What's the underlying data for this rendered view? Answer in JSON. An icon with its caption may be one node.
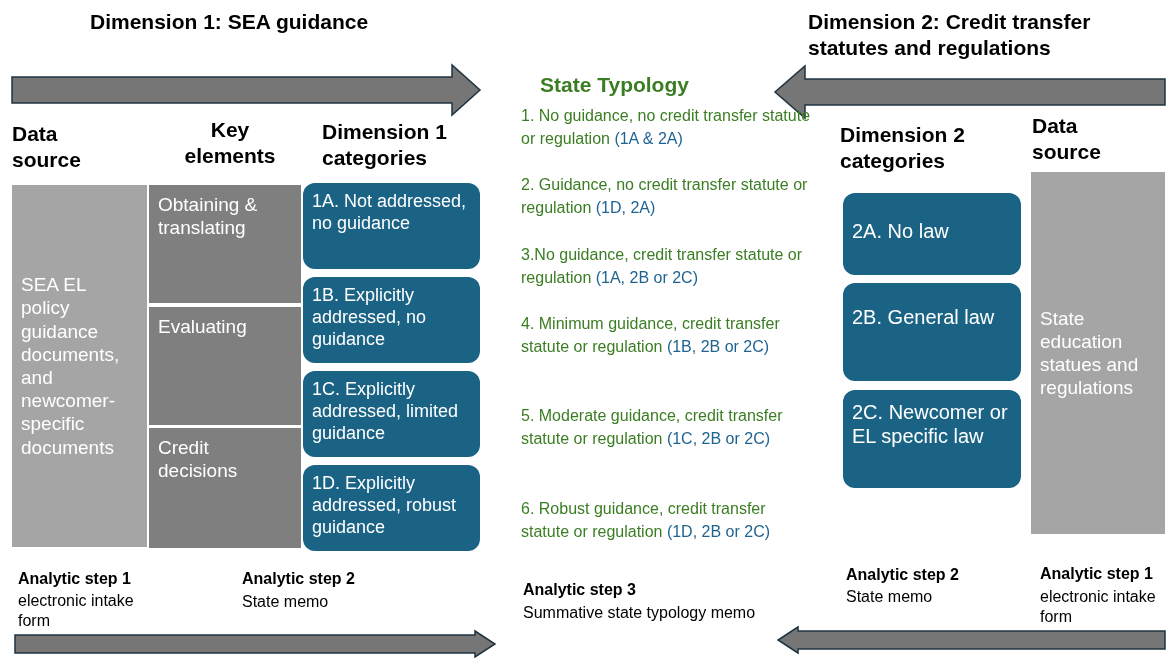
{
  "diagram": {
    "nodes": [
      {
        "text": [
          "SEA EL policy guidance documents, and newcomer-specific documents"
        ]
      },
      {
        "text": [
          "Obtaining & translating"
        ]
      },
      {
        "text": [
          "Evaluating"
        ]
      },
      {
        "text": [
          "Credit decisions"
        ]
      },
      {
        "text": [
          "1A. Not addressed, no guidance"
        ]
      },
      {
        "text": [
          "1B. Explicitly addressed, no guidance"
        ]
      },
      {
        "text": [
          "1C. Explicitly addressed, limited guidance"
        ]
      },
      {
        "text": [
          "1D. Explicitly addressed, robust guidance"
        ]
      },
      {
        "text": [
          "2A. No law"
        ]
      },
      {
        "text": [
          "2B. General law"
        ]
      },
      {
        "text": [
          "2C. Newcomer or EL specific law"
        ]
      },
      {
        "text": [
          "State education statues and regulations"
        ]
      }
    ],
    "labels": [
      "Dimension 1: SEA guidance",
      "Dimension 2: Credit transfer statutes and regulations",
      "State Typology",
      "Data source",
      "Key elements",
      "Dimension 1 categories",
      "1. No guidance, no credit transfer statute or regulation (1A & 2A)",
      "2. Guidance, no credit transfer statute or regulation (1D, 2A)",
      "3.No guidance, credit transfer statute or regulation (1A, 2B or 2C)",
      "4. Minimum guidance, credit transfer statute or regulation (1B, 2B or 2C)",
      "5. Moderate guidance, credit transfer statute or regulation (1C, 2B or 2C)",
      "6. Robust guidance, credit transfer statute or regulation (1D, 2B  or 2C)",
      "Dimension 2 categories",
      "Data source",
      "Analytic step 1",
      "electronic intake form",
      "Analytic step 2",
      "State memo",
      "Analytic step 3",
      "Summative state typology memo",
      "Analytic step 2",
      "State memo",
      "Analytic step 1",
      "electronic intake form"
    ]
  }
}
